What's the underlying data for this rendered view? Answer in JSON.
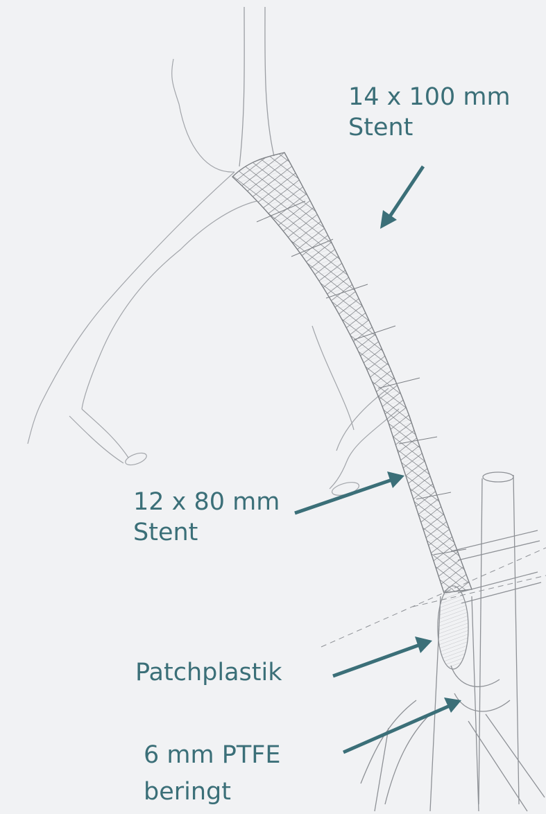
{
  "labels": {
    "stent_14": {
      "line1": "14 x 100 mm",
      "line2": "Stent"
    },
    "stent_12": {
      "line1": "12 x 80 mm",
      "line2": "Stent"
    },
    "patch": {
      "line1": "Patchplastik"
    },
    "ptfe": {
      "line1": "6 mm PTFE",
      "line2": "beringt"
    }
  },
  "colors": {
    "background": "#f1f2f4",
    "annotation": "#3b6f78",
    "pencil": "#8a8d92"
  }
}
